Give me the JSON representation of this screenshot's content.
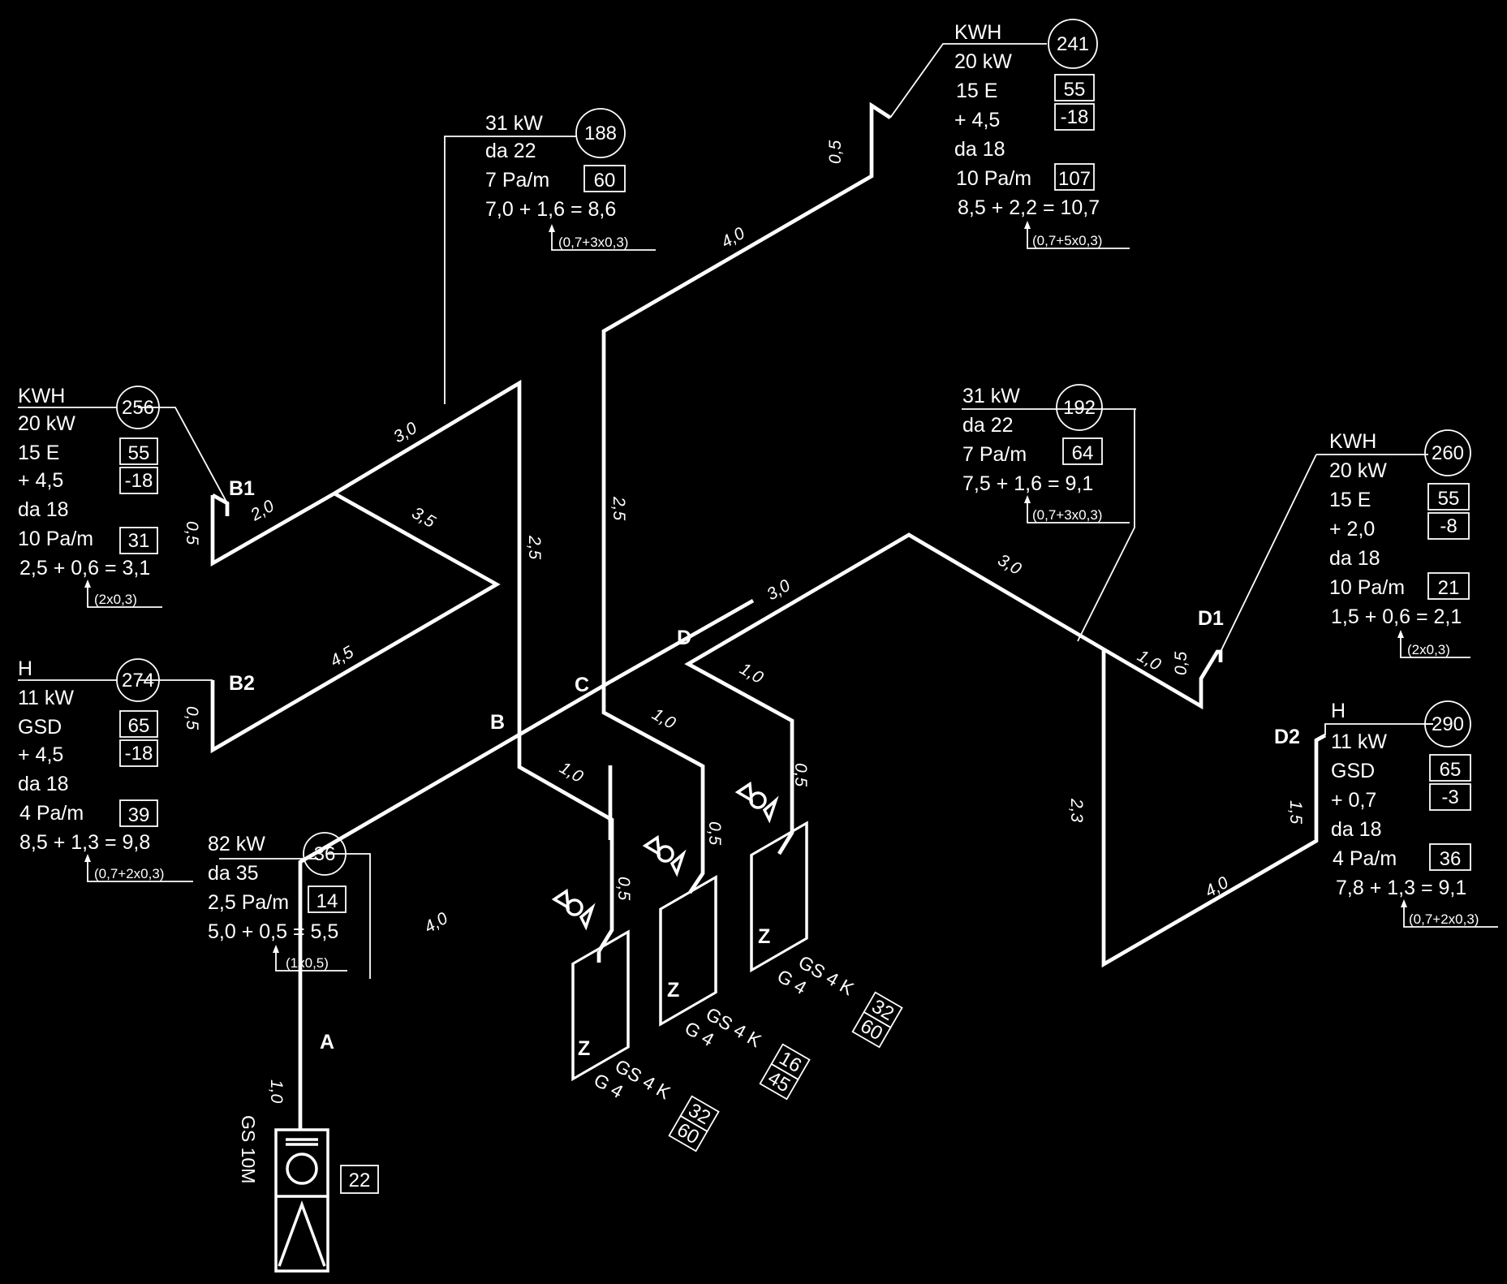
{
  "sections": {
    "A": "A",
    "B": "B",
    "B1": "B1",
    "B2": "B2",
    "C": "C",
    "D": "D",
    "D1": "D1",
    "D2": "D2"
  },
  "pipe_lengths": {
    "a_rise": "1,0",
    "a_main": "4,0",
    "b_rise": "2,5",
    "b_conn": "1,0",
    "b_top": "3,0",
    "b1_end": "2,0",
    "b1_rise": "0,5",
    "b_diag": "3,5",
    "b2_run": "4,5",
    "b2_rise": "0,5",
    "c_rise": "2,5",
    "c_conn": "1,0",
    "c_top": "4,0",
    "c_end": "0,5",
    "d_up": "3,0",
    "d_down": "3,0",
    "d_conn": "1,0",
    "d_rise": "0,5",
    "d1_run": "1,0",
    "d1_rise": "0,5",
    "d_drop": "2,3",
    "d2_run": "4,0",
    "d2_rise": "1,5",
    "m1": "0,5",
    "m2": "0,5"
  },
  "boxes": {
    "b1": {
      "id": "256",
      "lines": [
        "KWH",
        "20 kW",
        "15 E",
        "+ 4,5",
        "da 18",
        "10 Pa/m",
        "2,5 + 0,6 = 3,1"
      ],
      "v1": "55",
      "v2": "-18",
      "v3": "31",
      "note": "(2x0,3)"
    },
    "b2": {
      "id": "274",
      "lines": [
        "H",
        "11 kW",
        "GSD",
        "+ 4,5",
        "da 18",
        "4 Pa/m",
        "8,5 + 1,3 = 9,8"
      ],
      "v1": "65",
      "v2": "-18",
      "v3": "39",
      "note": "(0,7+2x0,3)"
    },
    "a": {
      "id": "36",
      "lines": [
        "82 kW",
        "da 35",
        "2,5 Pa/m",
        "5,0 + 0,5 = 5,5"
      ],
      "v1": "14",
      "note": "(1x0,5)"
    },
    "b": {
      "id": "188",
      "lines": [
        "31 kW",
        "da 22",
        "7 Pa/m",
        "7,0 + 1,6 = 8,6"
      ],
      "v1": "60",
      "note": "(0,7+3x0,3)"
    },
    "c": {
      "id": "241",
      "lines": [
        "KWH",
        "20 kW",
        "15 E",
        "+ 4,5",
        "da 18",
        "10 Pa/m",
        "8,5 + 2,2 = 10,7"
      ],
      "v1": "55",
      "v2": "-18",
      "v3": "107",
      "note": "(0,7+5x0,3)"
    },
    "d": {
      "id": "192",
      "lines": [
        "31 kW",
        "da 22",
        "7 Pa/m",
        "7,5 + 1,6 = 9,1"
      ],
      "v1": "64",
      "note": "(0,7+3x0,3)"
    },
    "d1": {
      "id": "260",
      "lines": [
        "KWH",
        "20 kW",
        "15 E",
        "+ 2,0",
        "da 18",
        "10 Pa/m",
        "1,5 + 0,6 = 2,1"
      ],
      "v1": "55",
      "v2": "-8",
      "v3": "21",
      "note": "(2x0,3)"
    },
    "d2": {
      "id": "290",
      "lines": [
        "H",
        "11 kW",
        "GSD",
        "+ 0,7",
        "da 18",
        "4 Pa/m",
        "7,8 + 1,3 = 9,1"
      ],
      "v1": "65",
      "v2": "-3",
      "v3": "36",
      "note": "(0,7+2x0,3)"
    }
  },
  "meters": [
    {
      "type": "GS 4 K",
      "g": "G 4",
      "v1": "32",
      "v2": "60"
    },
    {
      "type": "GS 4 K",
      "g": "G 4",
      "v1": "16",
      "v2": "45"
    },
    {
      "type": "GS 4 K",
      "g": "G 4",
      "v1": "32",
      "v2": "60"
    }
  ],
  "main_meter": {
    "type": "GS 10M",
    "value": "22"
  }
}
